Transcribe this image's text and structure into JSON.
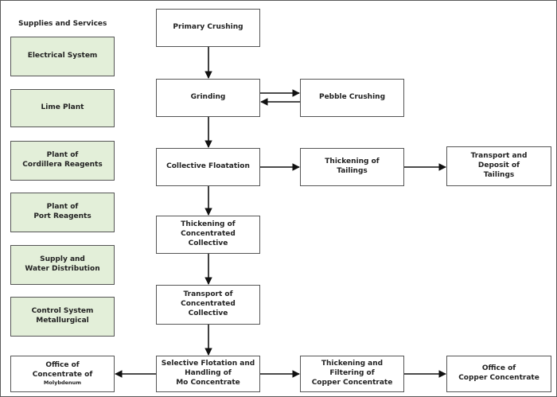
{
  "supplies": {
    "title": "Supplies and Services",
    "items": [
      "Electrical System",
      "Lime Plant",
      "Plant of\nCordillera Reagents",
      "Plant of\nPort Reagents",
      "Supply and\nWater Distribution",
      "Control System\nMetallurgical"
    ]
  },
  "flow": {
    "primary_crushing": "Primary Crushing",
    "grinding": "Grinding",
    "pebble_crushing": "Pebble Crushing",
    "collective_flotation": "Collective Floatation",
    "thickening_tailings": "Thickening of\nTailings",
    "transport_tailings": "Transport and\nDeposit of\nTailings",
    "thickening_concentrated": "Thickening of\nConcentrated\nCollective",
    "transport_concentrated": "Transport of\nConcentrated\nCollective",
    "selective_flotation": "Selective Flotation and\nHandling of\nMo Concentrate",
    "thickening_copper": "Thickening and\nFiltering of\nCopper Concentrate",
    "office_copper": "Office of\nCopper Concentrate",
    "office_molybdenum": "Office of\nConcentrate of",
    "office_molybdenum_sub": "Molybdenum"
  },
  "colors": {
    "supply_fill": "#e3efd9",
    "border": "#555555",
    "arrow": "#111111"
  }
}
